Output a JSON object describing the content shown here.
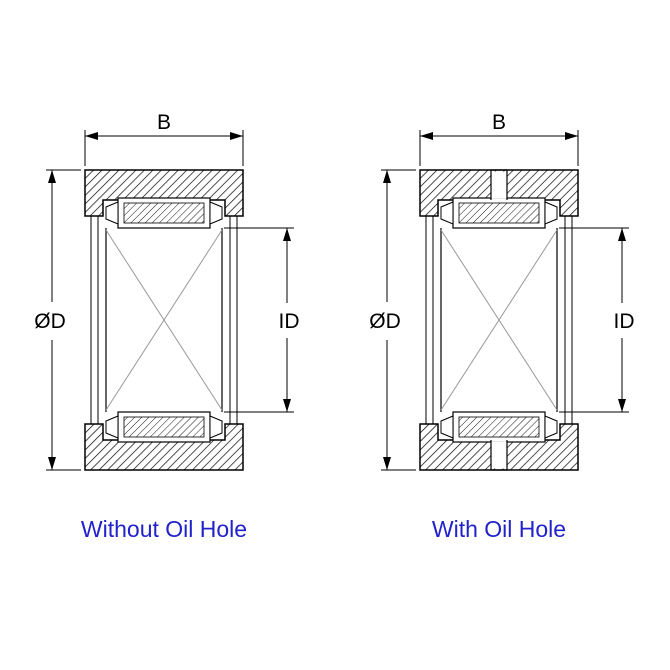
{
  "figures": [
    {
      "caption": "Without Oil Hole",
      "labels": {
        "width": "B",
        "outer_diameter": "ØD",
        "inner_diameter": "ID"
      }
    },
    {
      "caption": "With Oil Hole",
      "labels": {
        "width": "B",
        "outer_diameter": "ØD",
        "inner_diameter": "ID"
      }
    }
  ],
  "colors": {
    "caption_text": "#2222cc",
    "drawing_lines": "#000000",
    "centerline_cross": "#999999",
    "background": "#ffffff"
  }
}
